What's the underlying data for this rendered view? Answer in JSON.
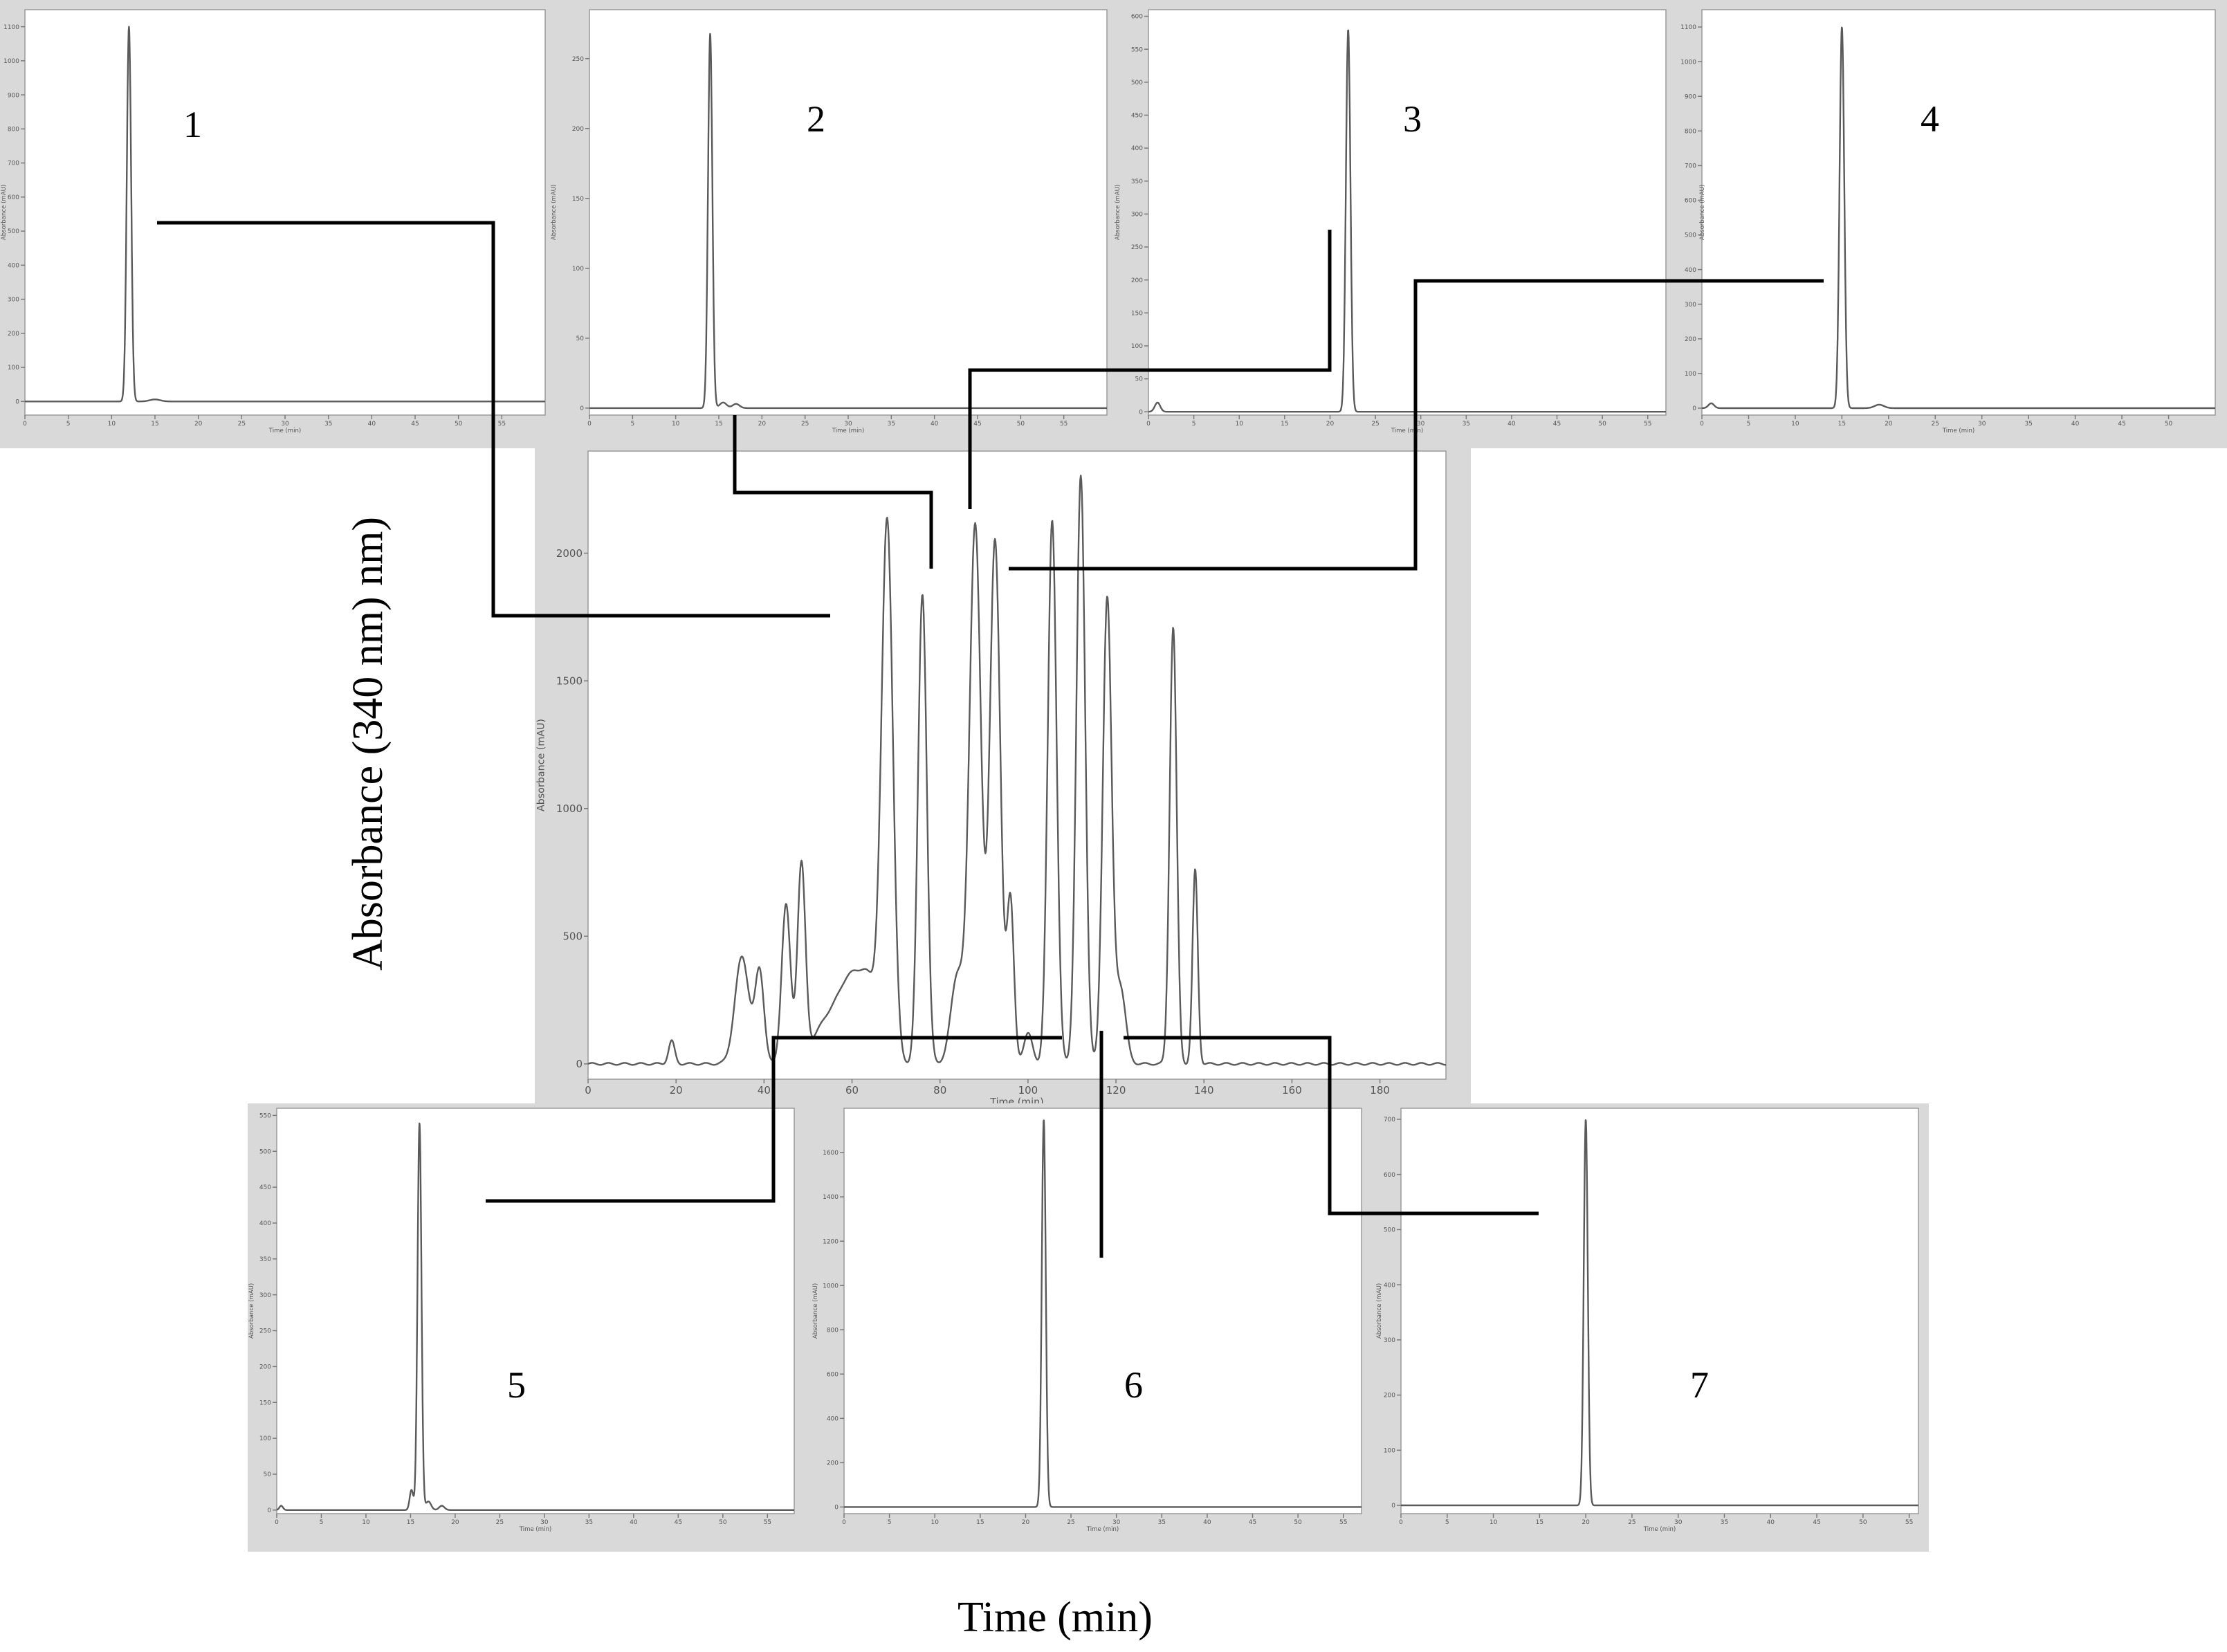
{
  "figure": {
    "y_axis_label": "Absorbance (340 nm) nm)",
    "x_axis_label": "Time (min)"
  },
  "chart_data": [
    {
      "type": "line",
      "id": "main",
      "xlabel": "Time (min)",
      "ylabel": "Absorbance (mAU)",
      "xlim": [
        0,
        195
      ],
      "ylim": [
        -60,
        2400
      ],
      "xticks": [
        0,
        20,
        40,
        60,
        80,
        100,
        120,
        140,
        160,
        180
      ],
      "yticks": [
        0,
        500,
        1000,
        1500,
        2000
      ],
      "baseline": 0,
      "peaks": [
        {
          "x": 19,
          "y": 90,
          "w": 0.7
        },
        {
          "x": 35,
          "y": 420,
          "w": 1.6
        },
        {
          "x": 39,
          "y": 360,
          "w": 1.0
        },
        {
          "x": 45,
          "y": 620,
          "w": 1.0
        },
        {
          "x": 48.5,
          "y": 760,
          "w": 0.9
        },
        {
          "x": 55,
          "y": 180,
          "w": 3.5
        },
        {
          "x": 60,
          "y": 260,
          "w": 2.5
        },
        {
          "x": 64,
          "y": 260,
          "w": 2.0
        },
        {
          "x": 68,
          "y": 2100,
          "w": 1.3
        },
        {
          "x": 76,
          "y": 1840,
          "w": 1.0
        },
        {
          "x": 84,
          "y": 350,
          "w": 1.5
        },
        {
          "x": 88,
          "y": 2110,
          "w": 1.3
        },
        {
          "x": 92.5,
          "y": 2050,
          "w": 1.2
        },
        {
          "x": 96,
          "y": 640,
          "w": 0.8
        },
        {
          "x": 100,
          "y": 120,
          "w": 1.0
        },
        {
          "x": 105.5,
          "y": 2130,
          "w": 1.0
        },
        {
          "x": 112,
          "y": 2300,
          "w": 1.0
        },
        {
          "x": 118,
          "y": 1820,
          "w": 1.0
        },
        {
          "x": 121,
          "y": 300,
          "w": 1.2
        },
        {
          "x": 133,
          "y": 1710,
          "w": 0.8
        },
        {
          "x": 138,
          "y": 760,
          "w": 0.6
        }
      ]
    },
    {
      "type": "line",
      "id": "p1",
      "label": "1",
      "xlabel": "Time (min)",
      "ylabel": "Absorbance (mAU)",
      "xlim": [
        0,
        60
      ],
      "ylim": [
        -40,
        1150
      ],
      "xticks": [
        0,
        5,
        10,
        15,
        20,
        25,
        30,
        35,
        40,
        45,
        50,
        55
      ],
      "yticks": [
        0,
        100,
        200,
        300,
        400,
        500,
        600,
        700,
        800,
        900,
        1000,
        1100
      ],
      "peaks": [
        {
          "x": 12,
          "y": 1100,
          "w": 0.25
        },
        {
          "x": 15,
          "y": 6,
          "w": 0.6
        }
      ]
    },
    {
      "type": "line",
      "id": "p2",
      "label": "2",
      "xlabel": "Time (min)",
      "ylabel": "Absorbance (mAU)",
      "xlim": [
        0,
        60
      ],
      "ylim": [
        -5,
        285
      ],
      "xticks": [
        0,
        5,
        10,
        15,
        20,
        25,
        30,
        35,
        40,
        45,
        50,
        55
      ],
      "yticks": [
        0,
        50,
        100,
        150,
        200,
        250
      ],
      "peaks": [
        {
          "x": 14,
          "y": 268,
          "w": 0.25
        },
        {
          "x": 15.5,
          "y": 4,
          "w": 0.4
        },
        {
          "x": 17,
          "y": 3,
          "w": 0.4
        }
      ]
    },
    {
      "type": "line",
      "id": "p3",
      "label": "3",
      "xlabel": "Time (min)",
      "ylabel": "Absorbance (mAU)",
      "xlim": [
        0,
        57
      ],
      "ylim": [
        -5,
        610
      ],
      "xticks": [
        0,
        5,
        10,
        15,
        20,
        25,
        30,
        35,
        40,
        45,
        50,
        55
      ],
      "yticks": [
        0,
        50,
        100,
        150,
        200,
        250,
        300,
        350,
        400,
        450,
        500,
        550,
        600
      ],
      "peaks": [
        {
          "x": 22,
          "y": 580,
          "w": 0.25
        },
        {
          "x": 1,
          "y": 14,
          "w": 0.3
        }
      ]
    },
    {
      "type": "line",
      "id": "p4",
      "label": "4",
      "xlabel": "Time (min)",
      "ylabel": "Absorbance (mAU)",
      "xlim": [
        0,
        55
      ],
      "ylim": [
        -20,
        1150
      ],
      "xticks": [
        0,
        5,
        10,
        15,
        20,
        25,
        30,
        35,
        40,
        45,
        50
      ],
      "yticks": [
        0,
        100,
        200,
        300,
        400,
        500,
        600,
        700,
        800,
        900,
        1000,
        1100
      ],
      "peaks": [
        {
          "x": 15,
          "y": 1100,
          "w": 0.25
        },
        {
          "x": 19,
          "y": 10,
          "w": 0.5
        },
        {
          "x": 1,
          "y": 14,
          "w": 0.3
        }
      ]
    },
    {
      "type": "line",
      "id": "p5",
      "label": "5",
      "xlabel": "Time (min)",
      "ylabel": "Absorbance (mAU)",
      "xlim": [
        0,
        58
      ],
      "ylim": [
        -5,
        560
      ],
      "xticks": [
        0,
        5,
        10,
        15,
        20,
        25,
        30,
        35,
        40,
        45,
        50,
        55
      ],
      "yticks": [
        0,
        50,
        100,
        150,
        200,
        250,
        300,
        350,
        400,
        450,
        500,
        550
      ],
      "peaks": [
        {
          "x": 16,
          "y": 540,
          "w": 0.22
        },
        {
          "x": 15.1,
          "y": 28,
          "w": 0.2
        },
        {
          "x": 17,
          "y": 12,
          "w": 0.3
        },
        {
          "x": 18.5,
          "y": 6,
          "w": 0.3
        },
        {
          "x": 0.5,
          "y": 6,
          "w": 0.2
        }
      ]
    },
    {
      "type": "line",
      "id": "p6",
      "label": "6",
      "xlabel": "Time (min)",
      "ylabel": "Absorbance (mAU)",
      "xlim": [
        0,
        57
      ],
      "ylim": [
        -30,
        1800
      ],
      "xticks": [
        0,
        5,
        10,
        15,
        20,
        25,
        30,
        35,
        40,
        45,
        50,
        55
      ],
      "yticks": [
        0,
        200,
        400,
        600,
        800,
        1000,
        1200,
        1400,
        1600
      ],
      "peaks": [
        {
          "x": 22,
          "y": 1750,
          "w": 0.22
        }
      ]
    },
    {
      "type": "line",
      "id": "p7",
      "label": "7",
      "xlabel": "Time (min)",
      "ylabel": "Absorbance (mAU)",
      "xlim": [
        0,
        56
      ],
      "ylim": [
        -15,
        720
      ],
      "xticks": [
        0,
        5,
        10,
        15,
        20,
        25,
        30,
        35,
        40,
        45,
        50,
        55
      ],
      "yticks": [
        0,
        100,
        200,
        300,
        400,
        500,
        600,
        700
      ],
      "peaks": [
        {
          "x": 20,
          "y": 700,
          "w": 0.22
        }
      ]
    }
  ]
}
